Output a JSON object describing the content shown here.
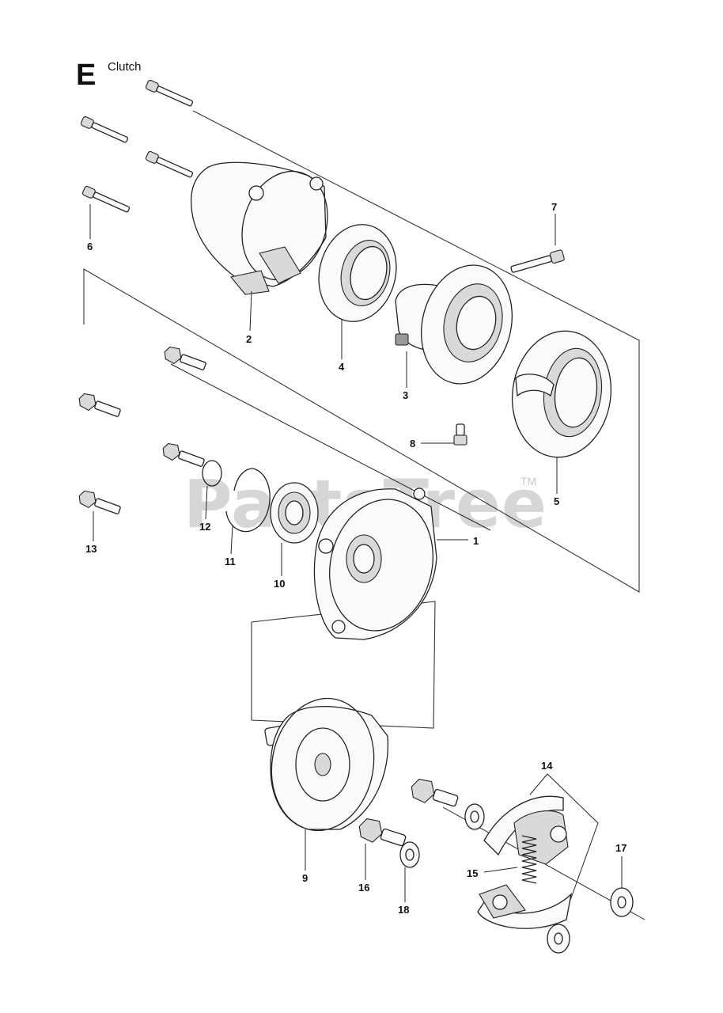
{
  "section": {
    "letter": "E",
    "title": "Clutch"
  },
  "watermark": {
    "text": "PartsTree",
    "trademark": "TM"
  },
  "callouts": [
    {
      "id": "c1",
      "label": "1"
    },
    {
      "id": "c2",
      "label": "2"
    },
    {
      "id": "c3",
      "label": "3"
    },
    {
      "id": "c4",
      "label": "4"
    },
    {
      "id": "c5",
      "label": "5"
    },
    {
      "id": "c6",
      "label": "6"
    },
    {
      "id": "c7",
      "label": "7"
    },
    {
      "id": "c8",
      "label": "8"
    },
    {
      "id": "c9",
      "label": "9"
    },
    {
      "id": "c10",
      "label": "10"
    },
    {
      "id": "c11",
      "label": "11"
    },
    {
      "id": "c12",
      "label": "12"
    },
    {
      "id": "c13",
      "label": "13"
    },
    {
      "id": "c14",
      "label": "14"
    },
    {
      "id": "c15",
      "label": "15"
    },
    {
      "id": "c16",
      "label": "16"
    },
    {
      "id": "c17",
      "label": "17"
    },
    {
      "id": "c18",
      "label": "18"
    }
  ]
}
